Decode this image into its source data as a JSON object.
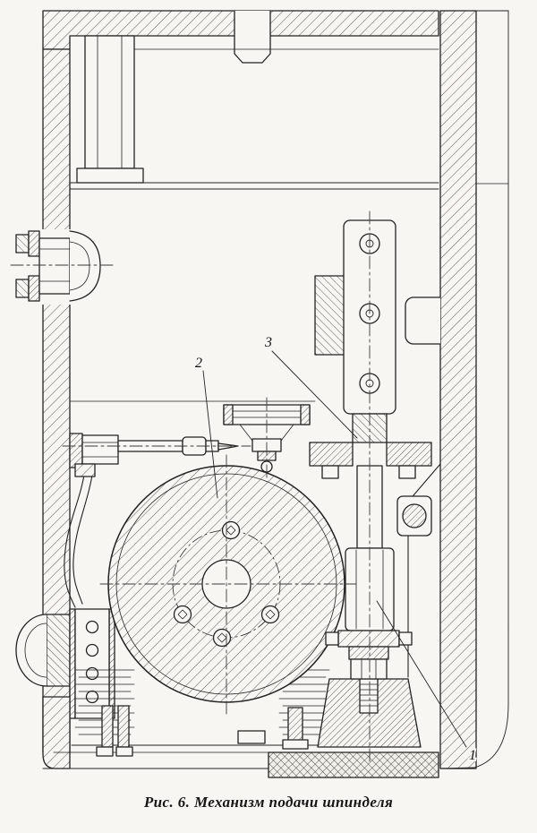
{
  "figure": {
    "caption": "Рис. 6. Механизм подачи шпинделя",
    "callouts": [
      {
        "label": "1"
      },
      {
        "label": "2"
      },
      {
        "label": "3"
      }
    ]
  },
  "colors": {
    "ink": "#222222",
    "paper": "#f7f6f2"
  }
}
